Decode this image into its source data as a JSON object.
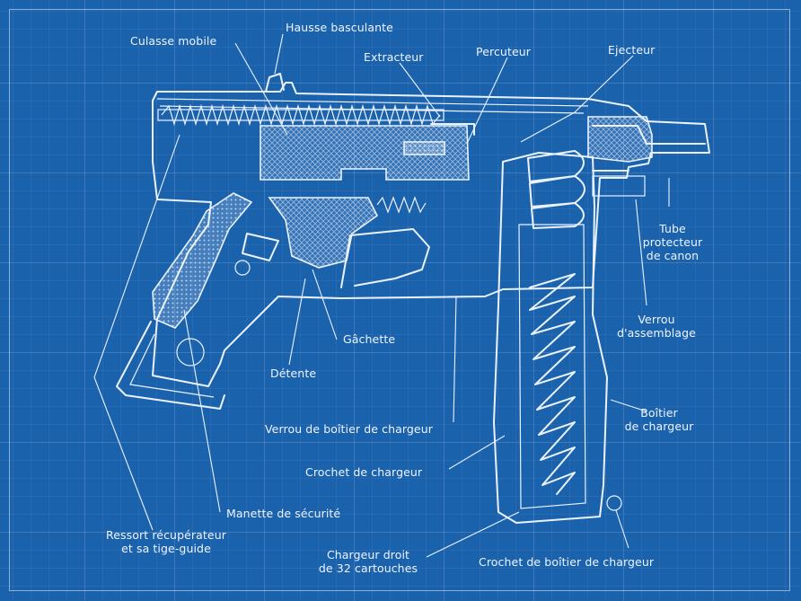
{
  "labels": {
    "culasse_mobile": "Culasse mobile",
    "hausse_basculante": "Hausse basculante",
    "extracteur": "Extracteur",
    "percuteur": "Percuteur",
    "ejecteur": "Ejecteur",
    "tube_protecteur": [
      "Tube",
      "protecteur",
      "de canon"
    ],
    "verrou_assemblage": [
      "Verrou",
      "d'assemblage"
    ],
    "gachette": "Gâchette",
    "detente": "Détente",
    "boitier_chargeur": [
      "Boîtier",
      "de chargeur"
    ],
    "verrou_boitier": "Verrou de boîtier de chargeur",
    "crochet_chargeur": "Crochet de chargeur",
    "manette_securite": "Manette de sécurité",
    "ressort_recuperateur": [
      "Ressort récupérateur",
      "et sa tige-guide"
    ],
    "chargeur_droit": [
      "Chargeur droit",
      "de 32 cartouches"
    ],
    "crochet_boitier": "Crochet de boîtier de chargeur"
  },
  "colors": {
    "background": "#1b62ad",
    "linework": "#eaf2ff"
  }
}
